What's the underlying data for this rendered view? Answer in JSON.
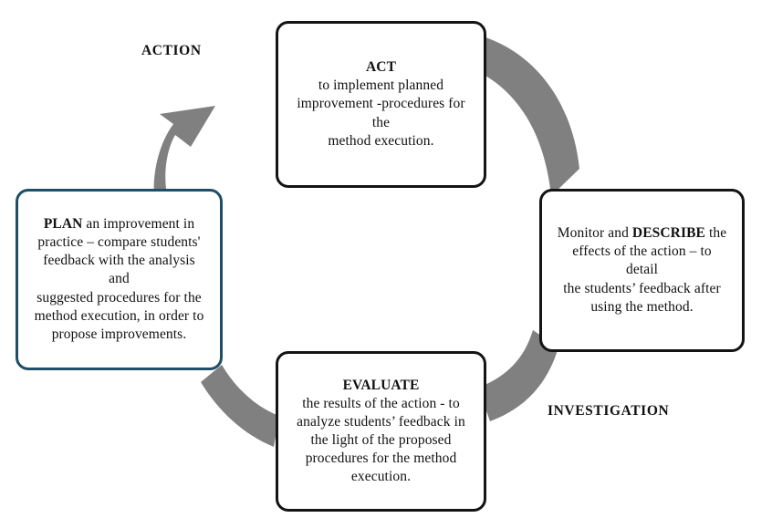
{
  "diagram": {
    "title_type": "action-research-cycle",
    "colors": {
      "arrow_gray": "#808080",
      "plan_border_navy": "#1f4e66",
      "default_border": "#141414",
      "text": "#111111",
      "background": "#ffffff"
    },
    "stage_labels": {
      "action": "ACTION",
      "investigation": "INVESTIGATION"
    },
    "boxes": {
      "act": {
        "heading": "ACT",
        "line1": "to implement planned",
        "line2": "improvement -procedures for the",
        "line3": "method execution."
      },
      "describe": {
        "line1_pre": "Monitor and ",
        "heading": "DESCRIBE",
        "line1_post": " the",
        "line2": "effects of the action – to detail",
        "line3": "the students’ feedback after",
        "line4": "using the method."
      },
      "evaluate": {
        "heading": "EVALUATE",
        "line1": "the results of the action - to",
        "line2": "analyze students’ feedback in",
        "line3": "the light of the proposed",
        "line4": "procedures for the method",
        "line5": "execution."
      },
      "plan": {
        "heading": "PLAN",
        "line1_post": " an improvement in",
        "line2": "practice – compare students'",
        "line3": "feedback with the analysis and",
        "line4": "suggested procedures for the",
        "line5": "method execution, in order to",
        "line6": "propose improvements."
      }
    },
    "arrows": [
      {
        "name": "act-to-describe",
        "from": "act",
        "to": "describe",
        "style": "curved-band"
      },
      {
        "name": "describe-to-evaluate",
        "from": "describe",
        "to": "evaluate",
        "style": "curved-band"
      },
      {
        "name": "evaluate-to-plan",
        "from": "evaluate",
        "to": "plan",
        "style": "curved-band"
      },
      {
        "name": "plan-to-act",
        "from": "plan",
        "to": "act",
        "style": "curved-band-with-head"
      }
    ]
  }
}
